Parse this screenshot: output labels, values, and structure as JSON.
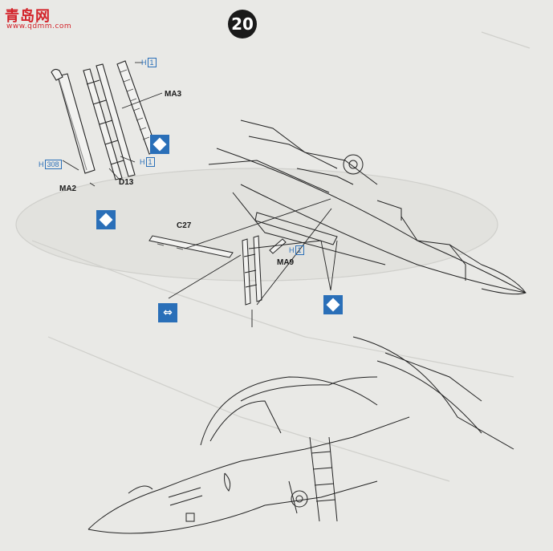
{
  "header": {
    "logo_text": "青岛网",
    "logo_sub": "www.qdmm.com",
    "step_number": "20"
  },
  "parts": {
    "ma3": "MA3",
    "ma2": "MA2",
    "d13": "D13",
    "c27": "C27",
    "ma9": "MA9"
  },
  "hints": {
    "h_prefix": "H",
    "h1_top": "1",
    "h1_mid": "1",
    "h308": "308",
    "h1_ma9": "1"
  },
  "symbols": {
    "diamond_icon": "diamond-icon",
    "swap_icon": "double-arrow-icon",
    "swap_glyph": "⇔",
    "accent_color": "#2a6fb8",
    "logo_color": "#d3232a"
  }
}
